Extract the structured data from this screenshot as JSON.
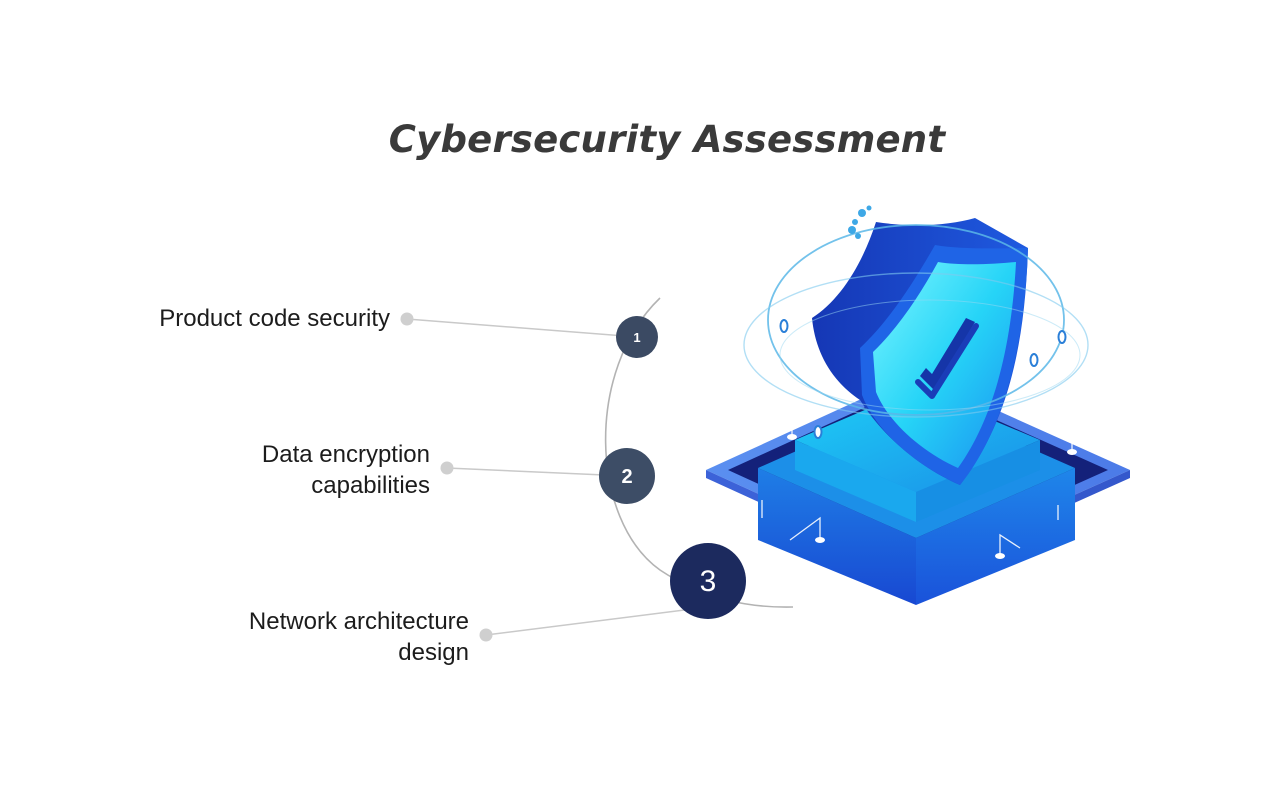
{
  "title": "Cybersecurity Assessment",
  "steps": [
    {
      "number": "1",
      "label": "Product code security"
    },
    {
      "number": "2",
      "label_line1": "Data encryption",
      "label_line2": "capabilities"
    },
    {
      "number": "3",
      "label_line1": "Network architecture",
      "label_line2": "design"
    }
  ],
  "colors": {
    "title": "#3a3a3a",
    "step1": "#3b4a63",
    "step2": "#3d4d66",
    "step3": "#1c2a5e",
    "connector": "#c9c9c9",
    "shield_blue": "#1a4fd6",
    "shield_cyan": "#22e3f5"
  },
  "icons": [
    "shield-check-icon",
    "platform-icon",
    "orbit-ring-icon"
  ]
}
